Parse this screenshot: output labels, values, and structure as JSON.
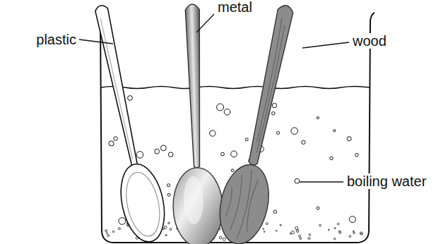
{
  "diagram": {
    "labels": [
      "plastic",
      "metal",
      "wood",
      "boiling water"
    ]
  }
}
